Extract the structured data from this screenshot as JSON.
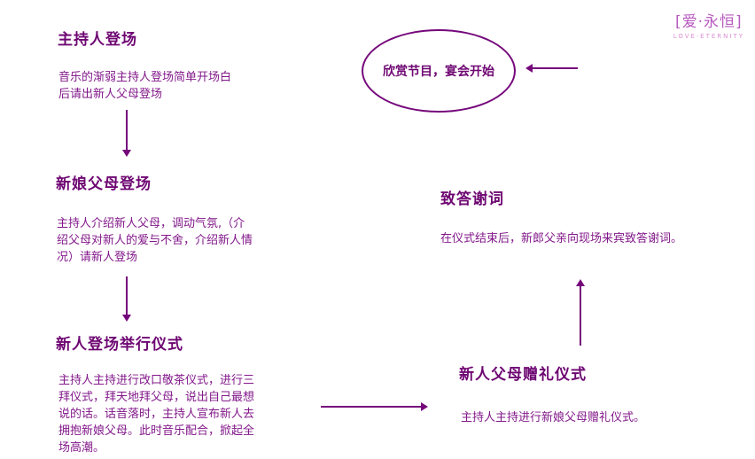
{
  "logo": {
    "main": "[爱·永恒]",
    "sub": "LOVE·ETERNITY"
  },
  "colors": {
    "heading": "#6e0672",
    "body": "#82188a",
    "arrow": "#75077b",
    "logo_main": "#b85ac0",
    "logo_sub": "#dc8fd0",
    "background": "#ffffff"
  },
  "flow": {
    "terminal": "欣赏节目，宴会开始",
    "steps": [
      {
        "id": "host-entrance",
        "title": "主持人登场",
        "body": "音乐的渐弱主持人登场简单开场白后请出新人父母登场"
      },
      {
        "id": "bride-parents-entrance",
        "title": "新娘父母登场",
        "body": "主持人介绍新人父母，调动气氛,（介绍父母对新人的爱与不舍，介绍新人情况）请新人登场"
      },
      {
        "id": "couple-entrance-ceremony",
        "title": "新人登场举行仪式",
        "body": "主持人主持进行改口敬茶仪式，进行三拜仪式，拜天地拜父母，说出自己最想说的话。话音落时，主持人宣布新人去拥抱新娘父母。此时音乐配合，掀起全场高潮。"
      },
      {
        "id": "parents-gift-ceremony",
        "title": "新人父母赠礼仪式",
        "body": "主持人主持进行新娘父母赠礼仪式。"
      },
      {
        "id": "thank-you-speech",
        "title": "致答谢词",
        "body": "在仪式结束后，新郎父亲向现场来宾致答谢词。"
      }
    ]
  }
}
